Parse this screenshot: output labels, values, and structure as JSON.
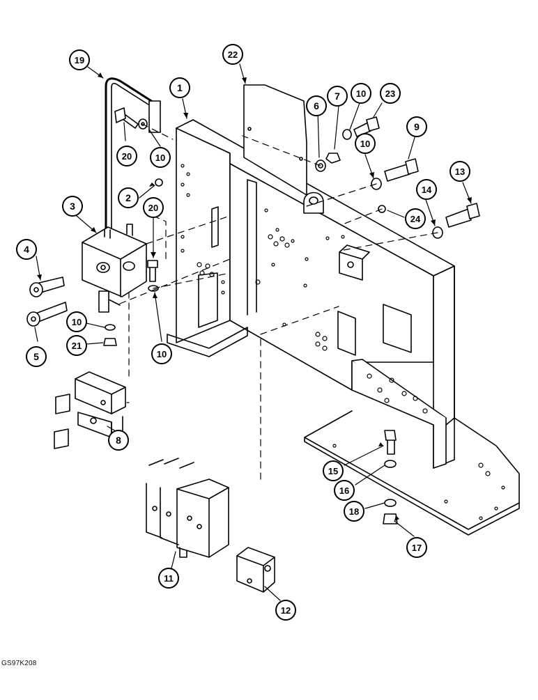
{
  "figure_code": "GS97K208",
  "callout_labels": [
    "19",
    "22",
    "1",
    "6",
    "7",
    "10",
    "23",
    "9",
    "20",
    "10",
    "10",
    "13",
    "2",
    "20",
    "14",
    "24",
    "3",
    "4",
    "5",
    "10",
    "21",
    "10",
    "8",
    "15",
    "16",
    "18",
    "17",
    "11",
    "12"
  ]
}
